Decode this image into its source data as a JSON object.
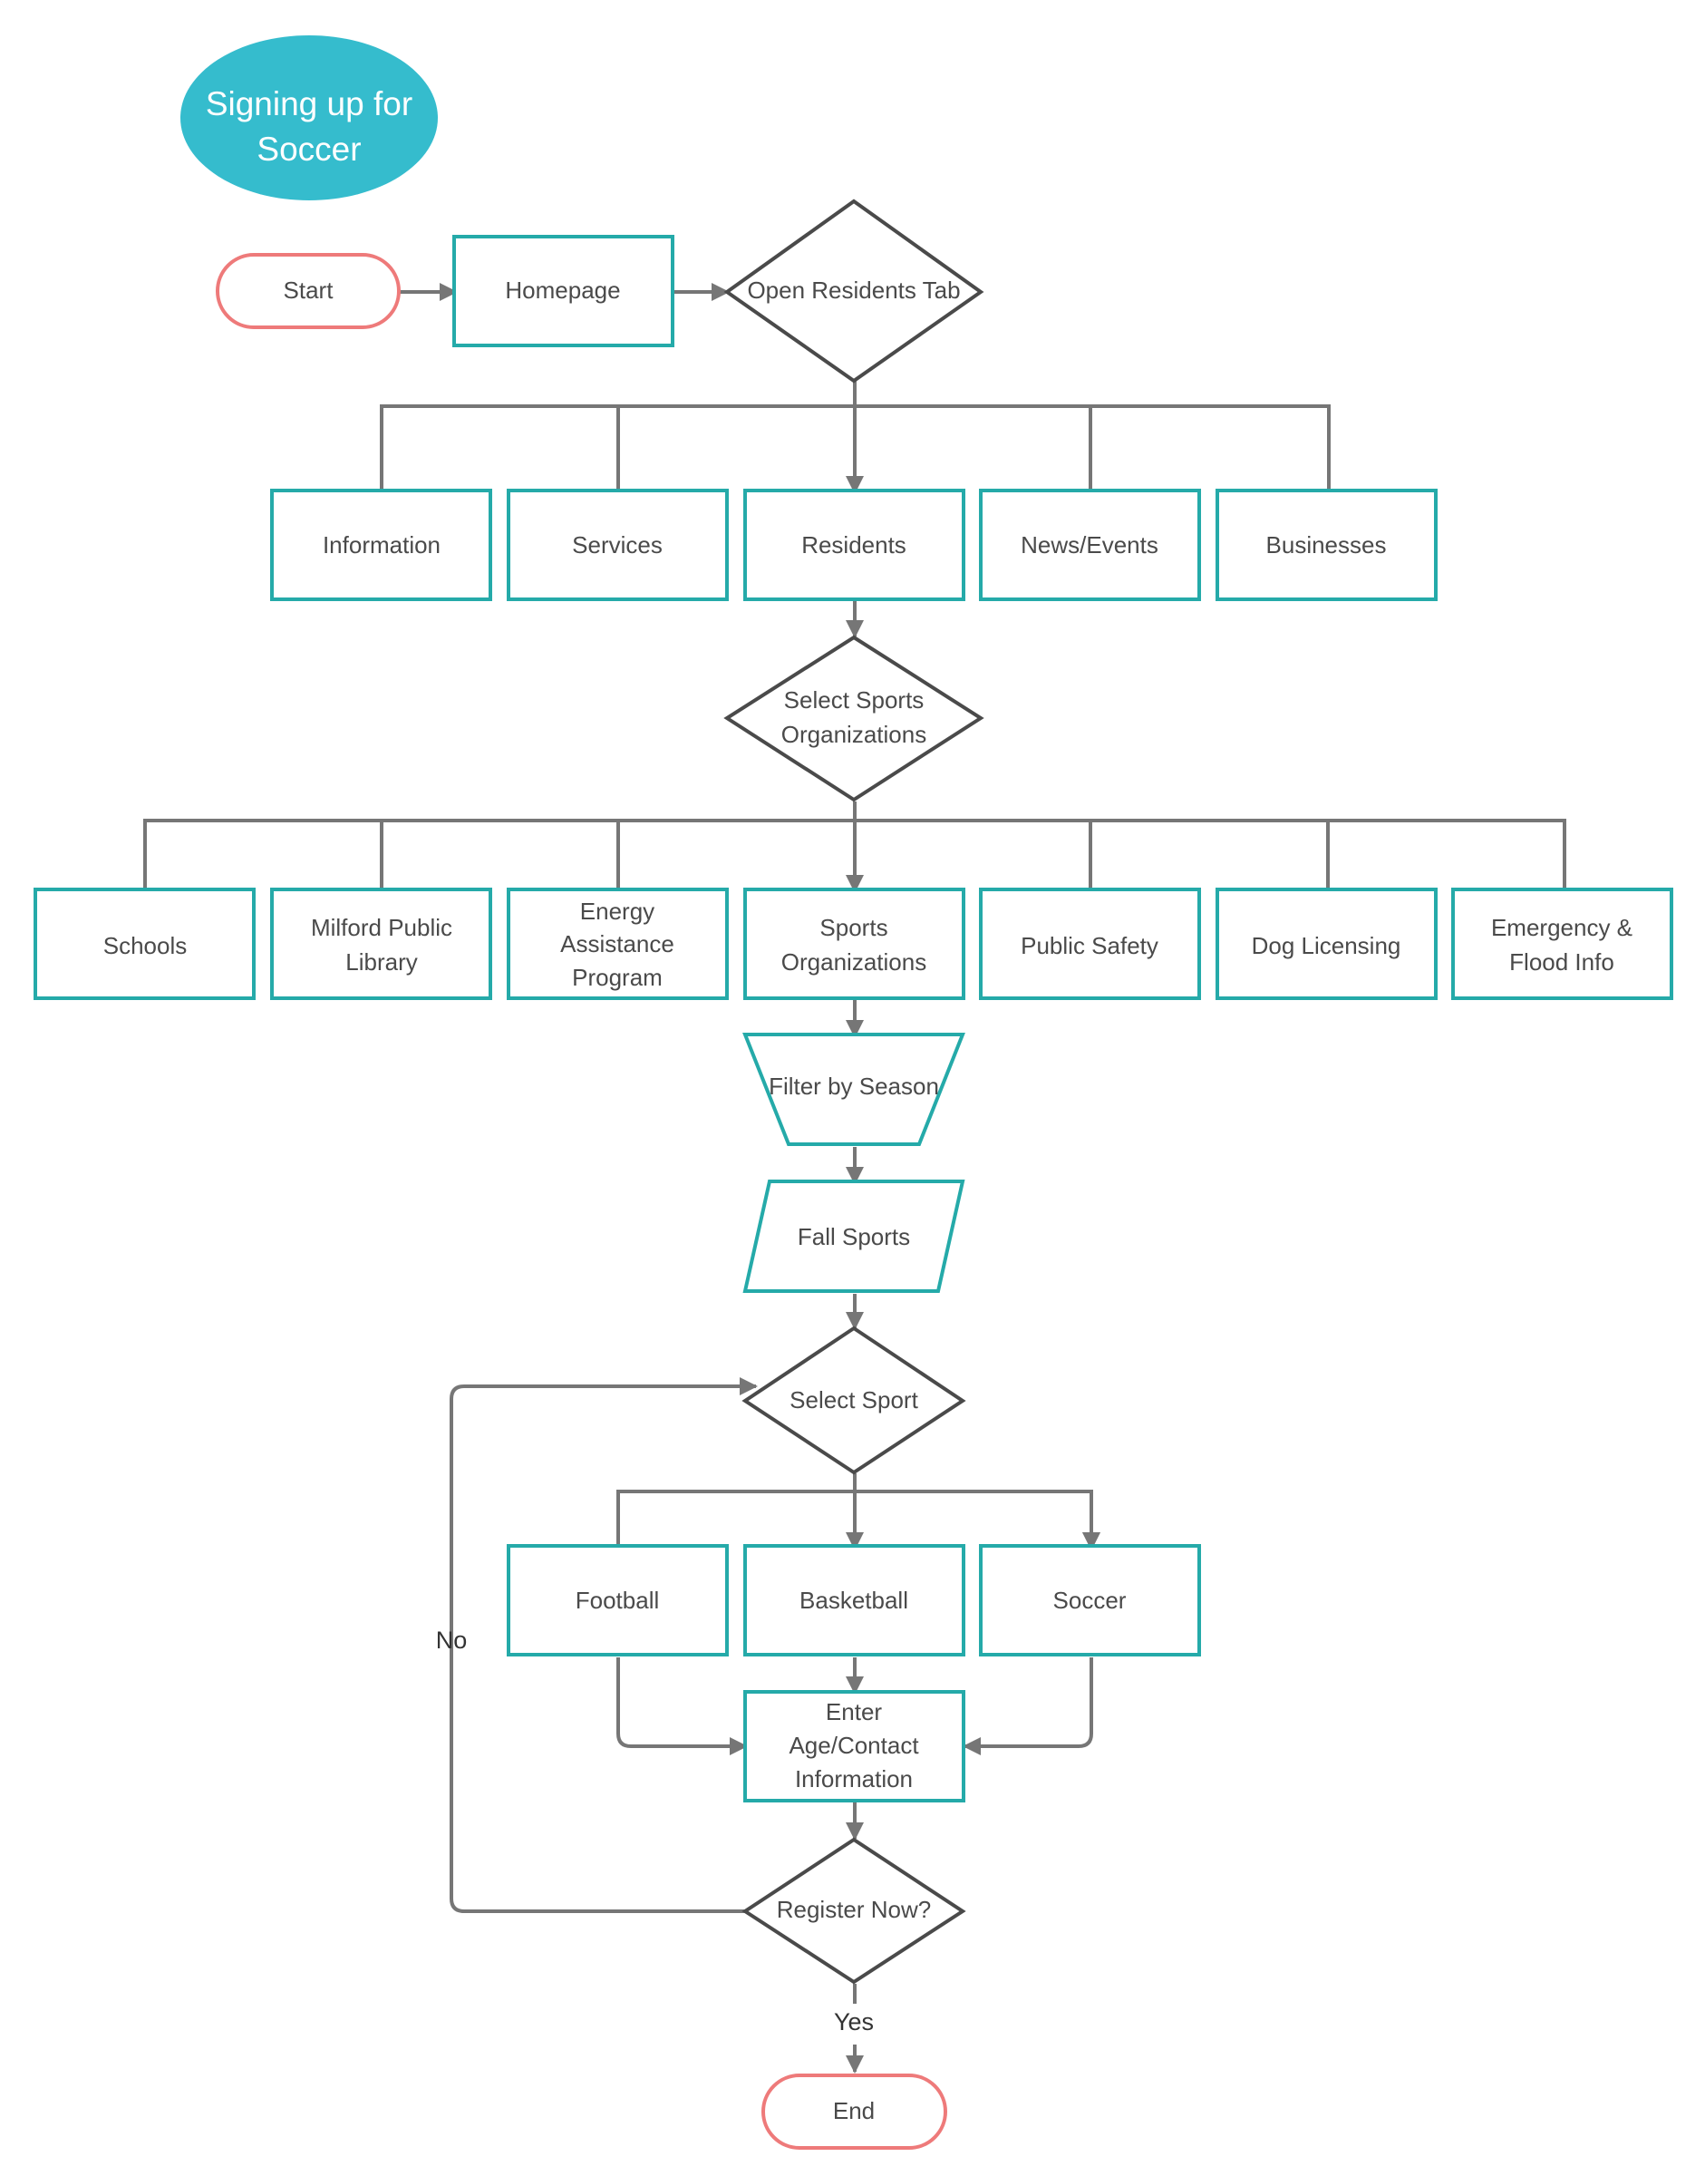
{
  "title": {
    "line1": "Signing up for",
    "line2": "Soccer"
  },
  "nodes": {
    "start": "Start",
    "homepage": "Homepage",
    "open_residents_tab": "Open Residents Tab",
    "information": "Information",
    "services": "Services",
    "residents": "Residents",
    "news_events": "News/Events",
    "businesses": "Businesses",
    "select_sports_orgs": {
      "line1": "Select Sports",
      "line2": "Organizations"
    },
    "schools": "Schools",
    "library": {
      "line1": "Milford Public",
      "line2": "Library"
    },
    "energy": {
      "line1": "Energy",
      "line2": "Assistance",
      "line3": "Program"
    },
    "sports_orgs": {
      "line1": "Sports",
      "line2": "Organizations"
    },
    "public_safety": "Public Safety",
    "dog_licensing": "Dog Licensing",
    "emergency": {
      "line1": "Emergency &",
      "line2": "Flood Info"
    },
    "filter_by_season": "Filter by Season",
    "fall_sports": "Fall Sports",
    "select_sport": "Select Sport",
    "football": "Football",
    "basketball": "Basketball",
    "soccer": "Soccer",
    "enter_info": {
      "line1": "Enter",
      "line2": "Age/Contact",
      "line3": "Information"
    },
    "register_now": "Register Now?",
    "end": "End"
  },
  "edge_labels": {
    "no": "No",
    "yes": "Yes"
  },
  "colors": {
    "title_fill": "#35bccd",
    "process_stroke": "#25aaa9",
    "terminal_stroke": "#ee7a7a",
    "decision_stroke": "#4a4a4a",
    "connector": "#767676"
  }
}
